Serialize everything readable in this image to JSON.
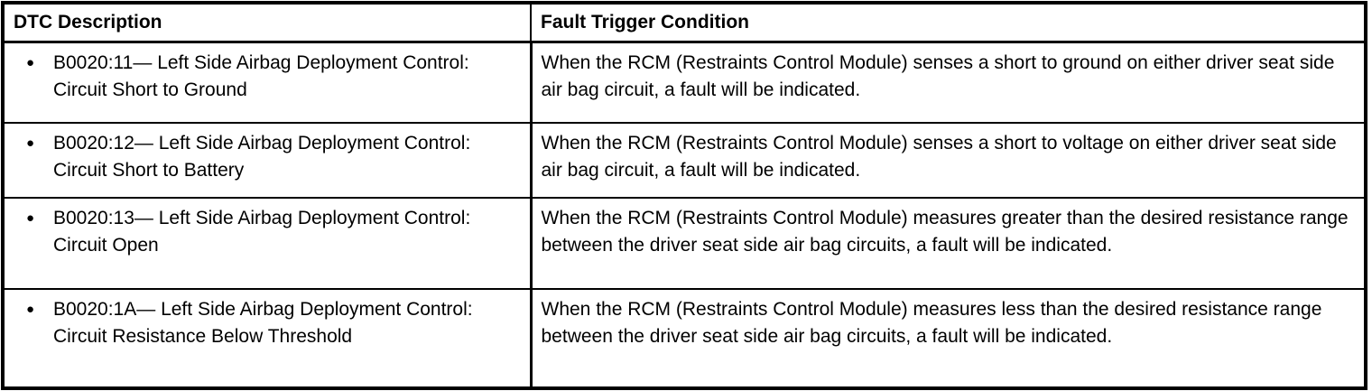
{
  "table": {
    "headers": [
      {
        "label": "DTC Description"
      },
      {
        "label": "Fault Trigger Condition"
      }
    ],
    "bullet_glyph": "●",
    "rows": [
      {
        "dtc": "B0020:11— Left Side Airbag Deployment Control: Circuit Short to Ground",
        "condition": "When the RCM (Restraints Control Module) senses a short to ground on either driver seat side air bag circuit, a fault will be indicated."
      },
      {
        "dtc": "B0020:12— Left Side Airbag Deployment Control: Circuit Short to Battery",
        "condition": "When the RCM (Restraints Control Module) senses a short to voltage on either driver seat side air bag circuit, a fault will be indicated."
      },
      {
        "dtc": "B0020:13— Left Side Airbag Deployment Control: Circuit Open",
        "condition": "When the RCM (Restraints Control Module) measures greater than the desired resistance range between the driver seat side air bag circuits, a fault will be indicated."
      },
      {
        "dtc": "B0020:1A— Left Side Airbag Deployment Control: Circuit Resistance Below Threshold",
        "condition": "When the RCM (Restraints Control Module) measures less than the desired resistance range between the driver seat side air bag circuits, a fault will be indicated."
      }
    ]
  }
}
